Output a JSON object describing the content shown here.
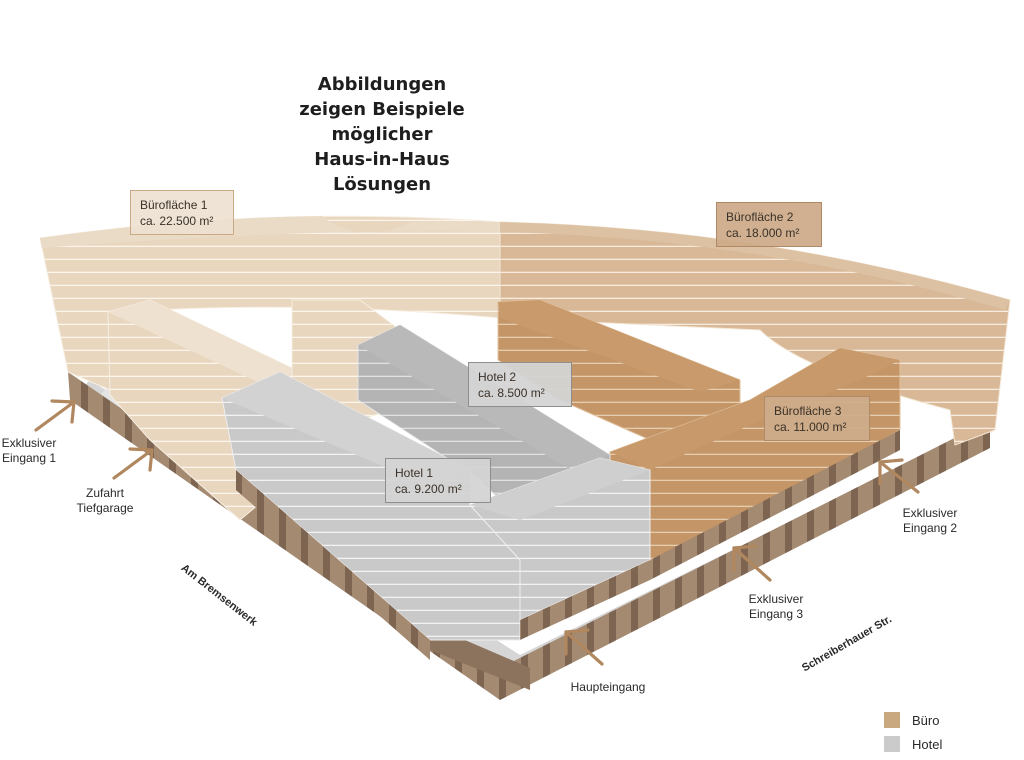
{
  "headline": {
    "lines": [
      "Abbildungen",
      "zeigen Beispiele",
      "möglicher",
      "Haus-in-Haus",
      "Lösungen"
    ]
  },
  "zones": {
    "buero1": {
      "name": "Bürofläche 1",
      "area": "ca. 22.500 m²"
    },
    "buero2": {
      "name": "Bürofläche 2",
      "area": "ca. 18.000 m²"
    },
    "buero3": {
      "name": "Bürofläche 3",
      "area": "ca. 11.000 m²"
    },
    "hotel1": {
      "name": "Hotel 1",
      "area": "ca. 9.200 m²"
    },
    "hotel2": {
      "name": "Hotel 2",
      "area": "ca. 8.500 m²"
    }
  },
  "entrances": {
    "exklusiv1": [
      "Exklusiver",
      "Eingang 1"
    ],
    "tiefgarage": [
      "Zufahrt",
      "Tiefgarage"
    ],
    "exklusiv2": [
      "Exklusiver",
      "Eingang 2"
    ],
    "exklusiv3": [
      "Exklusiver",
      "Eingang 3"
    ],
    "haupteingang": [
      "Haupteingang"
    ]
  },
  "streets": {
    "west": "Am Bremsenwerk",
    "south": "Schreiberhauer Str."
  },
  "legend": [
    {
      "label": "Büro",
      "color": "#c9a77f"
    },
    {
      "label": "Hotel",
      "color": "#cbcbcb"
    }
  ],
  "colors": {
    "buero_light": "#e8d6bf",
    "buero_mid": "#d8b896",
    "buero_dark": "#c49566",
    "hotel": "#c8c8c8",
    "hotel_dark": "#aeaeae",
    "base": "#9c8068",
    "ground": "#d9d9d9",
    "arrow": "#b0875e"
  }
}
